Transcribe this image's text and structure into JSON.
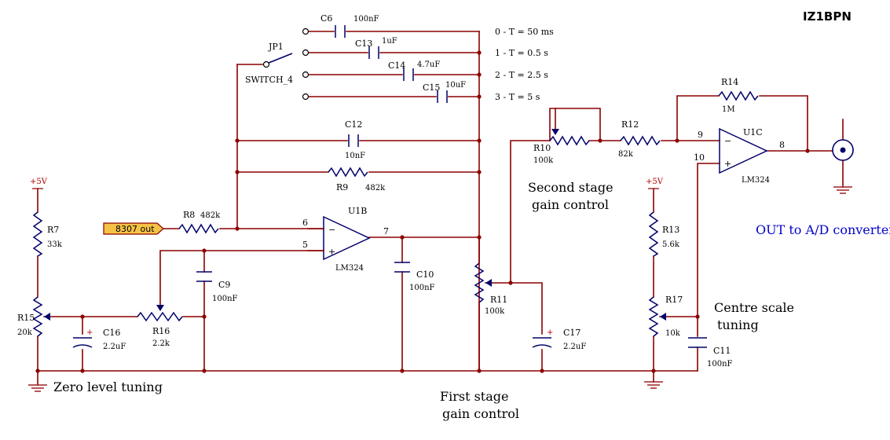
{
  "title": "IZ1BPN",
  "annotations": {
    "zero_level": "Zero level tuning",
    "first_stage": [
      "First stage",
      "gain control"
    ],
    "second_stage": [
      "Second stage",
      "gain control"
    ],
    "centre_scale": [
      "Centre scale",
      "tuning"
    ],
    "out": "OUT to A/D converter"
  },
  "input_label": "8307 out",
  "power": {
    "plus5_a": "+5V",
    "plus5_b": "+5V"
  },
  "switch": {
    "ref": "JP1",
    "name": "SWITCH_4"
  },
  "time_constants": [
    "0 - T = 50 ms",
    "1 - T = 0.5 s",
    "2 - T = 2.5 s",
    "3 - T = 5 s"
  ],
  "capacitors": {
    "C6": {
      "ref": "C6",
      "value": "100nF"
    },
    "C13": {
      "ref": "C13",
      "value": "1uF"
    },
    "C14": {
      "ref": "C14",
      "value": "4.7uF"
    },
    "C15": {
      "ref": "C15",
      "value": "10uF"
    },
    "C12": {
      "ref": "C12",
      "value": "10nF"
    },
    "C9": {
      "ref": "C9",
      "value": "100nF"
    },
    "C10": {
      "ref": "C10",
      "value": "100nF"
    },
    "C16": {
      "ref": "C16",
      "value": "2.2uF"
    },
    "C17": {
      "ref": "C17",
      "value": "2.2uF"
    },
    "C11": {
      "ref": "C11",
      "value": "100nF"
    }
  },
  "resistors": {
    "R9": {
      "ref": "R9",
      "value": "482k"
    },
    "R8": {
      "ref": "R8",
      "value": "482k"
    },
    "R7": {
      "ref": "R7",
      "value": "33k"
    },
    "R15": {
      "ref": "R15",
      "value": "20k"
    },
    "R16": {
      "ref": "R16",
      "value": "2.2k"
    },
    "R11": {
      "ref": "R11",
      "value": "100k"
    },
    "R10": {
      "ref": "R10",
      "value": "100k"
    },
    "R12": {
      "ref": "R12",
      "value": "82k"
    },
    "R14": {
      "ref": "R14",
      "value": "1M"
    },
    "R13": {
      "ref": "R13",
      "value": "5.6k"
    },
    "R17": {
      "ref": "R17",
      "value": "10k"
    }
  },
  "opamps": {
    "U1B": {
      "ref": "U1B",
      "part": "LM324",
      "pin_inv": "6",
      "pin_noninv": "5",
      "pin_out": "7"
    },
    "U1C": {
      "ref": "U1C",
      "part": "LM324",
      "pin_inv": "9",
      "pin_noninv": "10",
      "pin_out": "8"
    }
  },
  "polarity": {
    "plus": "+",
    "minus": "−"
  }
}
